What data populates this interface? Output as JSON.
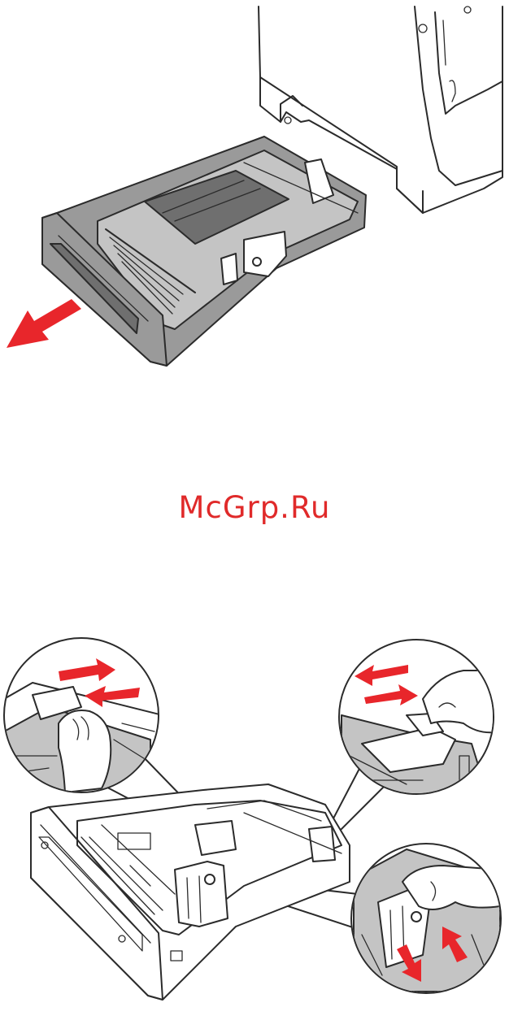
{
  "watermark": {
    "text": "McGrp.Ru"
  },
  "colors": {
    "arrow": "#e8262b",
    "tray_fill": "#9a9a9a",
    "line": "#2b2b2b"
  },
  "figures": [
    {
      "name": "remove-tray-illustration",
      "arrow_direction": "lower-left"
    },
    {
      "name": "adjust-guides-illustration",
      "callouts": 3
    }
  ]
}
